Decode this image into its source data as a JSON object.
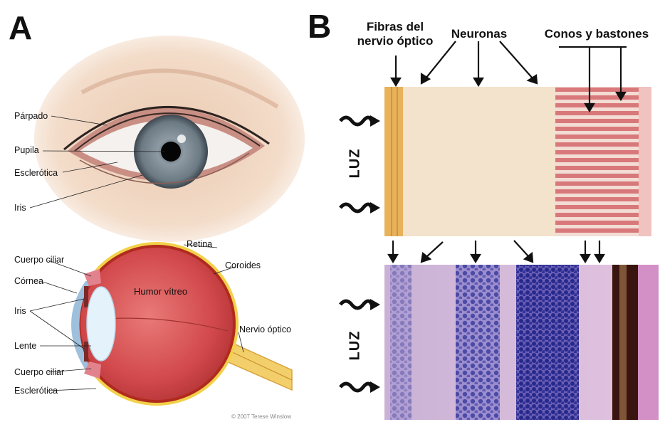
{
  "panels": {
    "a": "A",
    "b": "B"
  },
  "eye_external_labels": [
    "Párpado",
    "Pupila",
    "Esclerótica",
    "Iris"
  ],
  "eye_section_labels": {
    "cuerpo_ciliar_top": "Cuerpo ciliar",
    "cornea": "Córnea",
    "iris": "Iris",
    "lente": "Lente",
    "cuerpo_ciliar_bottom": "Cuerpo ciliar",
    "esclerotica": "Esclerótica",
    "retina": "Retina",
    "coroides": "Coroides",
    "humor_vitreo": "Humor vítreo",
    "nervio_optico": "Nervio óptico"
  },
  "credit": "© 2007 Terese Winslow",
  "retina_headers": {
    "fibras_line1": "Fibras del",
    "fibras_line2": "nervio óptico",
    "neuronas": "Neuronas",
    "conos": "Conos y bastones"
  },
  "light_labels": {
    "top": "LUZ",
    "bottom": "LUZ"
  },
  "colors": {
    "iris": "#7d8a94",
    "eye_red": "#d0484c",
    "choroid": "#b02a1e",
    "optic_nerve": "#f2cf6a",
    "cornea_blue": "#9fc0dc",
    "lens": "#e4f3fb",
    "retina_bg": "#f3e2cc",
    "cell_body": "#c98a66",
    "rod_red": "#d9787a",
    "cone_green": "#a9c4a0",
    "histo_pink": "#d9b3d6",
    "histo_nuclei": "#2b2c8c",
    "pigment": "#3a1510"
  }
}
